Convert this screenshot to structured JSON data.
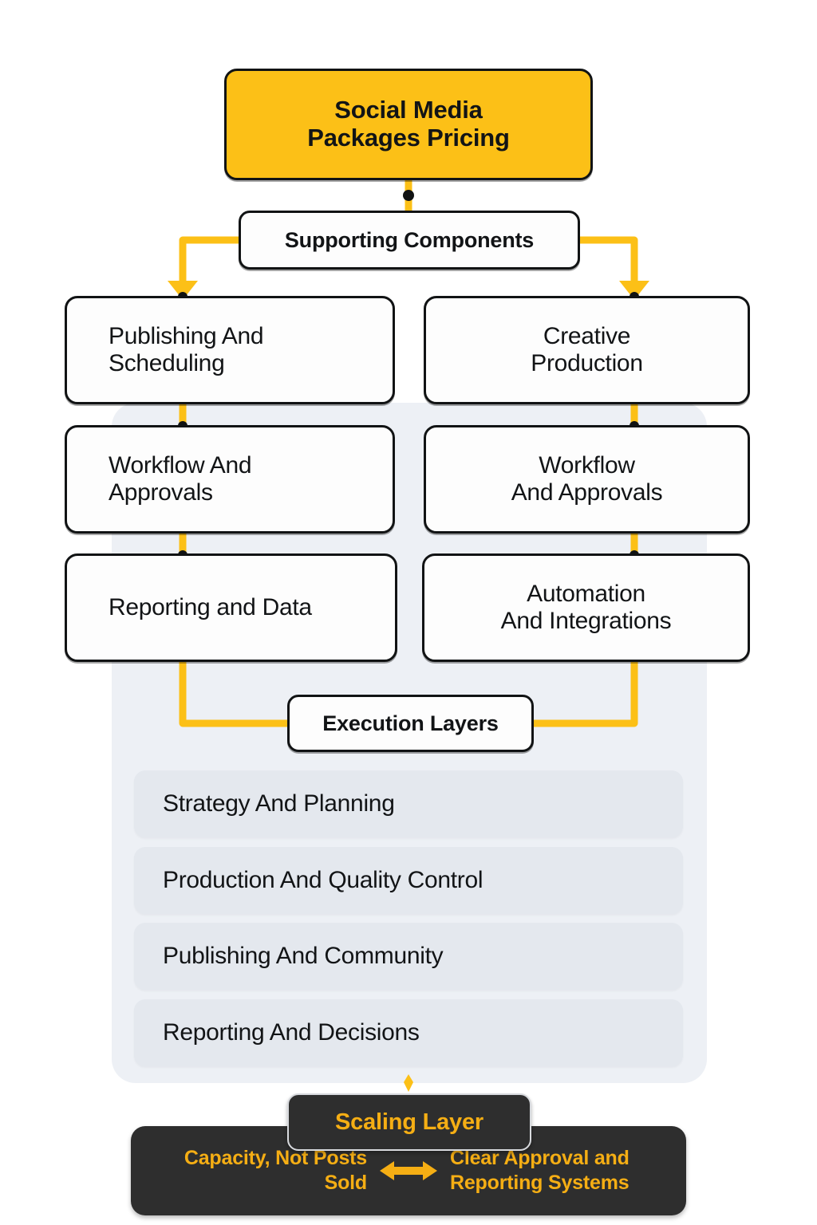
{
  "diagram": {
    "title": "Social Media Packages Pricing",
    "accent_color": "#fcc017",
    "dark_color": "#2e2e2e",
    "panel_color": "#edf0f5",
    "row_color": "#e4e8ee"
  },
  "root": {
    "label": "Social Media\nPackages Pricing"
  },
  "hubs": {
    "supporting": "Supporting Components",
    "execution": "Execution Layers",
    "scaling": "Scaling Layer"
  },
  "branches": {
    "left": [
      {
        "label": "Publishing And\nScheduling"
      },
      {
        "label": "Workflow And\nApprovals"
      },
      {
        "label": "Reporting and Data"
      }
    ],
    "right": [
      {
        "label": "Creative\nProduction"
      },
      {
        "label": "Workflow\nAnd Approvals"
      },
      {
        "label": "Automation\nAnd Integrations"
      }
    ]
  },
  "layers": [
    {
      "label": "Strategy And Planning"
    },
    {
      "label": "Production And Quality Control"
    },
    {
      "label": "Publishing And Community"
    },
    {
      "label": "Reporting And Decisions"
    }
  ],
  "footer": {
    "left_text": "Capacity, Not Posts\nSold",
    "right_text": "Clear Approval and\nReporting Systems",
    "arrow_icon": "double-arrow-icon"
  }
}
